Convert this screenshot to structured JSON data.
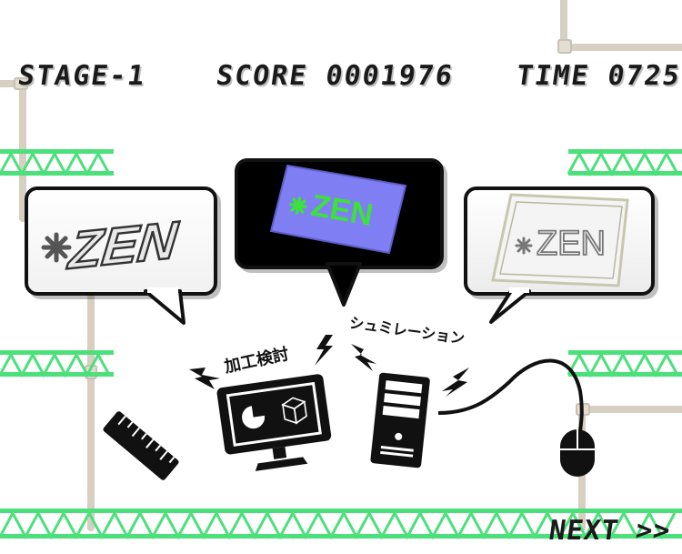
{
  "hud": {
    "stage": "STAGE-1",
    "score": "SCORE 0001976",
    "time": "TIME 0725"
  },
  "next_label": "NEXT >>",
  "labels": {
    "kako": "加工検討",
    "simulation": "シュミレーション"
  },
  "logos": {
    "left": "ZEN",
    "center": "ZEN",
    "right": "ZEN"
  },
  "colors": {
    "girder": "#4be07a",
    "pipe": "#d6cfc2",
    "center_plate": "#7f7ef3",
    "center_logo": "#3ce23c"
  },
  "icons": [
    "ruler-icon",
    "monitor-icon",
    "pc-tower-icon",
    "mouse-icon",
    "lightning-icon"
  ]
}
